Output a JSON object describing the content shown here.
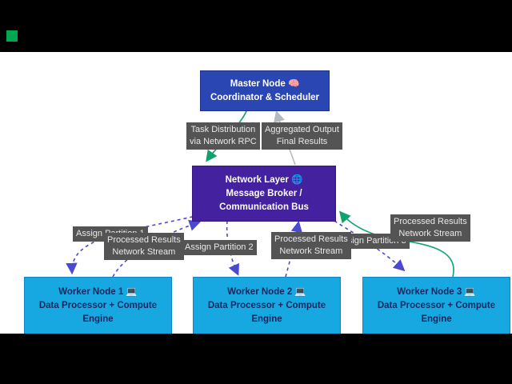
{
  "colors": {
    "background": "#ffffff",
    "letterbox": "#000000",
    "indicator_green": "#00a651",
    "master_fill": "#2a46b2",
    "master_border": "#1d338f",
    "network_fill": "#44219e",
    "network_border": "#321684",
    "worker_fill": "#17a8e2",
    "worker_border": "#0d85c8",
    "worker_text": "#16265c",
    "node_text": "#ffffff",
    "label_bg": "#545454",
    "label_text": "#e9e9e9",
    "edge_green": "#0fa36b",
    "edge_blue": "#4a4ad0",
    "edge_gray": "#b5bac1"
  },
  "nodes": {
    "master": {
      "line1": "Master Node 🧠",
      "line2": "Coordinator & Scheduler"
    },
    "network": {
      "line1": "Network Layer 🌐",
      "line2": "Message Broker /",
      "line3": "Communication Bus"
    },
    "workers": [
      {
        "line1": "Worker Node 1 💻",
        "line2": "Data Processor + Compute",
        "line3": "Engine"
      },
      {
        "line1": "Worker Node 2 💻",
        "line2": "Data Processor + Compute",
        "line3": "Engine"
      },
      {
        "line1": "Worker Node 3 💻",
        "line2": "Data Processor + Compute",
        "line3": "Engine"
      }
    ]
  },
  "edge_labels": {
    "task_distribution": {
      "line1": "Task Distribution",
      "line2": "via Network RPC"
    },
    "aggregated_output": {
      "line1": "Aggregated Output",
      "line2": "Final Results"
    },
    "assign_partition_1": {
      "line1": "Assign Partition 1"
    },
    "assign_partition_2": {
      "line1": "Assign Partition 2"
    },
    "assign_partition_3": {
      "line1": "Assign Partition 3"
    },
    "processed_left": {
      "line1": "Processed Results",
      "line2": "Network Stream"
    },
    "processed_mid": {
      "line1": "Processed Results",
      "line2": "Network Stream"
    },
    "processed_right": {
      "line1": "Processed Results",
      "line2": "Network Stream"
    }
  }
}
